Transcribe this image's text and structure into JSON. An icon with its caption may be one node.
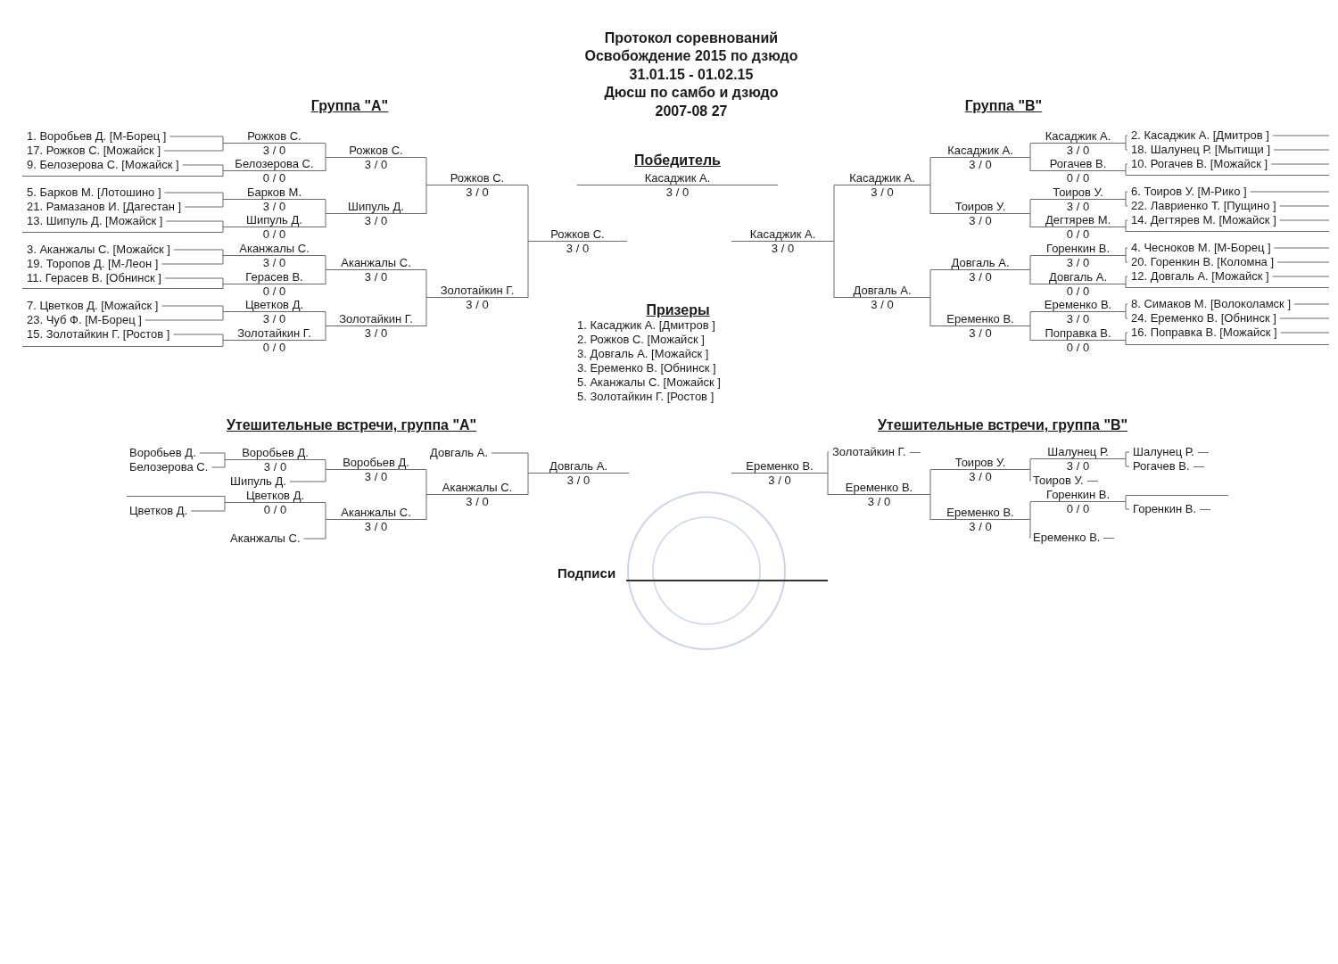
{
  "diagram": {
    "title": "Протокол соревнований",
    "nodes": [
      {
        "text": [
          "1. Воробьев Д. [М-Борец ]"
        ]
      },
      {
        "text": [
          "17. Рожков С. [Можайск ]"
        ]
      },
      {
        "text": [
          "9. Белозерова С. [Можайск ]"
        ]
      },
      {
        "text": [
          "5. Барков М. [Лотошино ]"
        ]
      },
      {
        "text": [
          "21. Рамазанов И. [Дагестан ]"
        ]
      },
      {
        "text": [
          "13. Шипуль Д. [Можайск ]"
        ]
      },
      {
        "text": [
          "3. Аканжалы С. [Можайск ]"
        ]
      },
      {
        "text": [
          "19. Торопов Д. [М-Леон ]"
        ]
      },
      {
        "text": [
          "11. Герасев В. [Обнинск ]"
        ]
      },
      {
        "text": [
          "7. Цветков Д. [Можайск ]"
        ]
      },
      {
        "text": [
          "23. Чуб Ф. [М-Борец ]"
        ]
      },
      {
        "text": [
          "15. Золотайкин Г. [Ростов ]"
        ]
      },
      {
        "text": [
          "Рожков С.",
          "3 / 0"
        ]
      },
      {
        "text": [
          "Белозерова С.",
          "0 / 0"
        ]
      },
      {
        "text": [
          "Барков М.",
          "3 / 0"
        ]
      },
      {
        "text": [
          "Шипуль Д.",
          "0 / 0"
        ]
      },
      {
        "text": [
          "Аканжалы С.",
          "3 / 0"
        ]
      },
      {
        "text": [
          "Герасев В.",
          "0 / 0"
        ]
      },
      {
        "text": [
          "Цветков Д.",
          "3 / 0"
        ]
      },
      {
        "text": [
          "Золотайкин Г.",
          "0 / 0"
        ]
      },
      {
        "text": [
          "Рожков С.",
          "3 / 0"
        ]
      },
      {
        "text": [
          "Шипуль Д.",
          "3 / 0"
        ]
      },
      {
        "text": [
          "Аканжалы С.",
          "3 / 0"
        ]
      },
      {
        "text": [
          "Золотайкин Г.",
          "3 / 0"
        ]
      },
      {
        "text": [
          "Рожков С.",
          "3 / 0"
        ]
      },
      {
        "text": [
          "Золотайкин Г.",
          "3 / 0"
        ]
      },
      {
        "text": [
          "Рожков С.",
          "3 / 0"
        ]
      },
      {
        "text": [
          "Победитель",
          "Касаджик А.",
          "3 / 0"
        ]
      },
      {
        "text": [
          "Касаджик А.",
          "3 / 0"
        ]
      },
      {
        "text": [
          "Касаджик А.",
          "3 / 0"
        ]
      },
      {
        "text": [
          "Довгаль А.",
          "3 / 0"
        ]
      },
      {
        "text": [
          "Касаджик А.",
          "3 / 0"
        ]
      },
      {
        "text": [
          "Тоиров У.",
          "3 / 0"
        ]
      },
      {
        "text": [
          "Довгаль А.",
          "3 / 0"
        ]
      },
      {
        "text": [
          "Еременко В.",
          "3 / 0"
        ]
      },
      {
        "text": [
          "Касаджик А.",
          "3 / 0"
        ]
      },
      {
        "text": [
          "Рогачев В.",
          "0 / 0"
        ]
      },
      {
        "text": [
          "Тоиров У.",
          "3 / 0"
        ]
      },
      {
        "text": [
          "Дегтярев М.",
          "0 / 0"
        ]
      },
      {
        "text": [
          "Горенкин В.",
          "3 / 0"
        ]
      },
      {
        "text": [
          "Довгаль А.",
          "0 / 0"
        ]
      },
      {
        "text": [
          "Еременко В.",
          "3 / 0"
        ]
      },
      {
        "text": [
          "Поправка В.",
          "0 / 0"
        ]
      },
      {
        "text": [
          "2. Касаджик А. [Дмитров ]"
        ]
      },
      {
        "text": [
          "18. Шалунец Р. [Мытищи ]"
        ]
      },
      {
        "text": [
          "10. Рогачев В. [Можайск ]"
        ]
      },
      {
        "text": [
          "6. Тоиров У. [М-Рико ]"
        ]
      },
      {
        "text": [
          "22. Лавриенко Т. [Пущино ]"
        ]
      },
      {
        "text": [
          "14. Дегтярев М. [Можайск ]"
        ]
      },
      {
        "text": [
          "4. Чесноков М. [М-Борец ]"
        ]
      },
      {
        "text": [
          "20. Горенкин В. [Коломна ]"
        ]
      },
      {
        "text": [
          "12. Довгаль А. [Можайск ]"
        ]
      },
      {
        "text": [
          "8. Симаков М. [Волоколамск ]"
        ]
      },
      {
        "text": [
          "24. Еременко В. [Обнинск ]"
        ]
      },
      {
        "text": [
          "16. Поправка В. [Можайск ]"
        ]
      },
      {
        "text": [
          "Воробьев Д."
        ]
      },
      {
        "text": [
          "Белозерова С."
        ]
      },
      {
        "text": [
          "Воробьев Д.",
          "3 / 0"
        ]
      },
      {
        "text": [
          "Шипуль Д."
        ]
      },
      {
        "text": [
          "Воробьев Д.",
          "3 / 0"
        ]
      },
      {
        "text": [
          "Цветков Д."
        ]
      },
      {
        "text": [
          "Цветков Д.",
          "0 / 0"
        ]
      },
      {
        "text": [
          "Аканжалы С."
        ]
      },
      {
        "text": [
          "Аканжалы С.",
          "3 / 0"
        ]
      },
      {
        "text": [
          "Аканжалы С.",
          "3 / 0"
        ]
      },
      {
        "text": [
          "Довгаль А."
        ]
      },
      {
        "text": [
          "Довгаль А.",
          "3 / 0"
        ]
      },
      {
        "text": [
          "Еременко В.",
          "3 / 0"
        ]
      },
      {
        "text": [
          "Золотайкин Г."
        ]
      },
      {
        "text": [
          "Еременко В.",
          "3 / 0"
        ]
      },
      {
        "text": [
          "Тоиров У.",
          "3 / 0"
        ]
      },
      {
        "text": [
          "Еременко В.",
          "3 / 0"
        ]
      },
      {
        "text": [
          "Шалунец Р.",
          "3 / 0"
        ]
      },
      {
        "text": [
          "Тоиров У."
        ]
      },
      {
        "text": [
          "Шалунец Р."
        ]
      },
      {
        "text": [
          "Рогачев В."
        ]
      },
      {
        "text": [
          "Горенкин В.",
          "0 / 0"
        ]
      },
      {
        "text": [
          "Горенкин В."
        ]
      },
      {
        "text": [
          "Еременко В."
        ]
      },
      {
        "text": [],
        "shape": "bar"
      },
      {
        "text": [],
        "shape": "bar"
      },
      {
        "text": [],
        "shape": "bar"
      },
      {
        "text": [],
        "shape": "bar"
      },
      {
        "text": [],
        "shape": "bar"
      },
      {
        "text": [],
        "shape": "bar"
      },
      {
        "text": [],
        "shape": "bar"
      },
      {
        "text": [],
        "shape": "bar"
      },
      {
        "text": [],
        "shape": "bar"
      },
      {
        "text": [],
        "shape": "bar"
      }
    ],
    "edges": [
      {
        "from": 0,
        "to": 12,
        "arrow": "none"
      },
      {
        "from": 1,
        "to": 12,
        "arrow": "none"
      },
      {
        "from": 2,
        "to": 13,
        "arrow": "none"
      },
      {
        "from": 79,
        "to": 13,
        "arrow": "none"
      },
      {
        "from": 3,
        "to": 14,
        "arrow": "none"
      },
      {
        "from": 4,
        "to": 14,
        "arrow": "none"
      },
      {
        "from": 5,
        "to": 15,
        "arrow": "none"
      },
      {
        "from": 80,
        "to": 15,
        "arrow": "none"
      },
      {
        "from": 6,
        "to": 16,
        "arrow": "none"
      },
      {
        "from": 7,
        "to": 16,
        "arrow": "none"
      },
      {
        "from": 8,
        "to": 17,
        "arrow": "none"
      },
      {
        "from": 81,
        "to": 17,
        "arrow": "none"
      },
      {
        "from": 9,
        "to": 18,
        "arrow": "none"
      },
      {
        "from": 10,
        "to": 18,
        "arrow": "none"
      },
      {
        "from": 11,
        "to": 19,
        "arrow": "none"
      },
      {
        "from": 82,
        "to": 19,
        "arrow": "none"
      },
      {
        "from": 12,
        "to": 20,
        "arrow": "none"
      },
      {
        "from": 13,
        "to": 20,
        "arrow": "none"
      },
      {
        "from": 14,
        "to": 21,
        "arrow": "none"
      },
      {
        "from": 15,
        "to": 21,
        "arrow": "none"
      },
      {
        "from": 16,
        "to": 22,
        "arrow": "none"
      },
      {
        "from": 17,
        "to": 22,
        "arrow": "none"
      },
      {
        "from": 18,
        "to": 23,
        "arrow": "none"
      },
      {
        "from": 19,
        "to": 23,
        "arrow": "none"
      },
      {
        "from": 20,
        "to": 24,
        "arrow": "none"
      },
      {
        "from": 21,
        "to": 24,
        "arrow": "none"
      },
      {
        "from": 22,
        "to": 25,
        "arrow": "none"
      },
      {
        "from": 23,
        "to": 25,
        "arrow": "none"
      },
      {
        "from": 24,
        "to": 26,
        "arrow": "none"
      },
      {
        "from": 25,
        "to": 26,
        "arrow": "none"
      },
      {
        "from": 29,
        "to": 28,
        "arrow": "none"
      },
      {
        "from": 30,
        "to": 28,
        "arrow": "none"
      },
      {
        "from": 31,
        "to": 29,
        "arrow": "none"
      },
      {
        "from": 32,
        "to": 29,
        "arrow": "none"
      },
      {
        "from": 33,
        "to": 30,
        "arrow": "none"
      },
      {
        "from": 34,
        "to": 30,
        "arrow": "none"
      },
      {
        "from": 35,
        "to": 31,
        "arrow": "none"
      },
      {
        "from": 36,
        "to": 31,
        "arrow": "none"
      },
      {
        "from": 37,
        "to": 32,
        "arrow": "none"
      },
      {
        "from": 38,
        "to": 32,
        "arrow": "none"
      },
      {
        "from": 39,
        "to": 33,
        "arrow": "none"
      },
      {
        "from": 40,
        "to": 33,
        "arrow": "none"
      },
      {
        "from": 41,
        "to": 34,
        "arrow": "none"
      },
      {
        "from": 42,
        "to": 34,
        "arrow": "none"
      },
      {
        "from": 43,
        "to": 35,
        "arrow": "none"
      },
      {
        "from": 44,
        "to": 35,
        "arrow": "none"
      },
      {
        "from": 45,
        "to": 36,
        "arrow": "none"
      },
      {
        "from": 83,
        "to": 36,
        "arrow": "none"
      },
      {
        "from": 46,
        "to": 37,
        "arrow": "none"
      },
      {
        "from": 47,
        "to": 37,
        "arrow": "none"
      },
      {
        "from": 48,
        "to": 38,
        "arrow": "none"
      },
      {
        "from": 84,
        "to": 38,
        "arrow": "none"
      },
      {
        "from": 49,
        "to": 39,
        "arrow": "none"
      },
      {
        "from": 50,
        "to": 39,
        "arrow": "none"
      },
      {
        "from": 51,
        "to": 40,
        "arrow": "none"
      },
      {
        "from": 85,
        "to": 40,
        "arrow": "none"
      },
      {
        "from": 52,
        "to": 41,
        "arrow": "none"
      },
      {
        "from": 53,
        "to": 41,
        "arrow": "none"
      },
      {
        "from": 54,
        "to": 42,
        "arrow": "none"
      },
      {
        "from": 86,
        "to": 42,
        "arrow": "none"
      },
      {
        "from": 55,
        "to": 57,
        "arrow": "none"
      },
      {
        "from": 56,
        "to": 57,
        "arrow": "none"
      },
      {
        "from": 57,
        "to": 59,
        "arrow": "none"
      },
      {
        "from": 58,
        "to": 59,
        "arrow": "none"
      },
      {
        "from": 87,
        "to": 61,
        "arrow": "none"
      },
      {
        "from": 60,
        "to": 61,
        "arrow": "none"
      },
      {
        "from": 61,
        "to": 63,
        "arrow": "none"
      },
      {
        "from": 62,
        "to": 63,
        "arrow": "none"
      },
      {
        "from": 59,
        "to": 64,
        "arrow": "none"
      },
      {
        "from": 63,
        "to": 64,
        "arrow": "none"
      },
      {
        "from": 65,
        "to": 66,
        "arrow": "none"
      },
      {
        "from": 64,
        "to": 66,
        "arrow": "none"
      },
      {
        "from": 68,
        "to": 67,
        "arrow": "none"
      },
      {
        "from": 69,
        "to": 67,
        "arrow": "none"
      },
      {
        "from": 70,
        "to": 69,
        "arrow": "none"
      },
      {
        "from": 71,
        "to": 69,
        "arrow": "none"
      },
      {
        "from": 72,
        "to": 70,
        "arrow": "none"
      },
      {
        "from": 73,
        "to": 70,
        "arrow": "none"
      },
      {
        "from": 74,
        "to": 72,
        "arrow": "none"
      },
      {
        "from": 75,
        "to": 72,
        "arrow": "none"
      },
      {
        "from": 88,
        "to": 76,
        "arrow": "none"
      },
      {
        "from": 77,
        "to": 76,
        "arrow": "none"
      },
      {
        "from": 76,
        "to": 71,
        "arrow": "none"
      },
      {
        "from": 78,
        "to": 71,
        "arrow": "none"
      }
    ],
    "labels": [
      "Освобождение 2015 по дзюдо",
      "31.01.15 - 01.02.15",
      "Дюсш по самбо и дзюдо",
      "2007-08 27",
      "Группа \"А\"",
      "Группа \"В\"",
      "Призеры",
      "1. Касаджик А. [Дмитров ]",
      "2. Рожков С. [Можайск ]",
      "3. Довгаль А. [Можайск ]",
      "3. Еременко В. [Обнинск ]",
      "5. Аканжалы С. [Можайск ]",
      "5. Золотайкин Г. [Ростов ]",
      "Утешительные встречи, группа \"А\"",
      "Утешительные встречи, группа \"В\"",
      "Подписи"
    ]
  }
}
